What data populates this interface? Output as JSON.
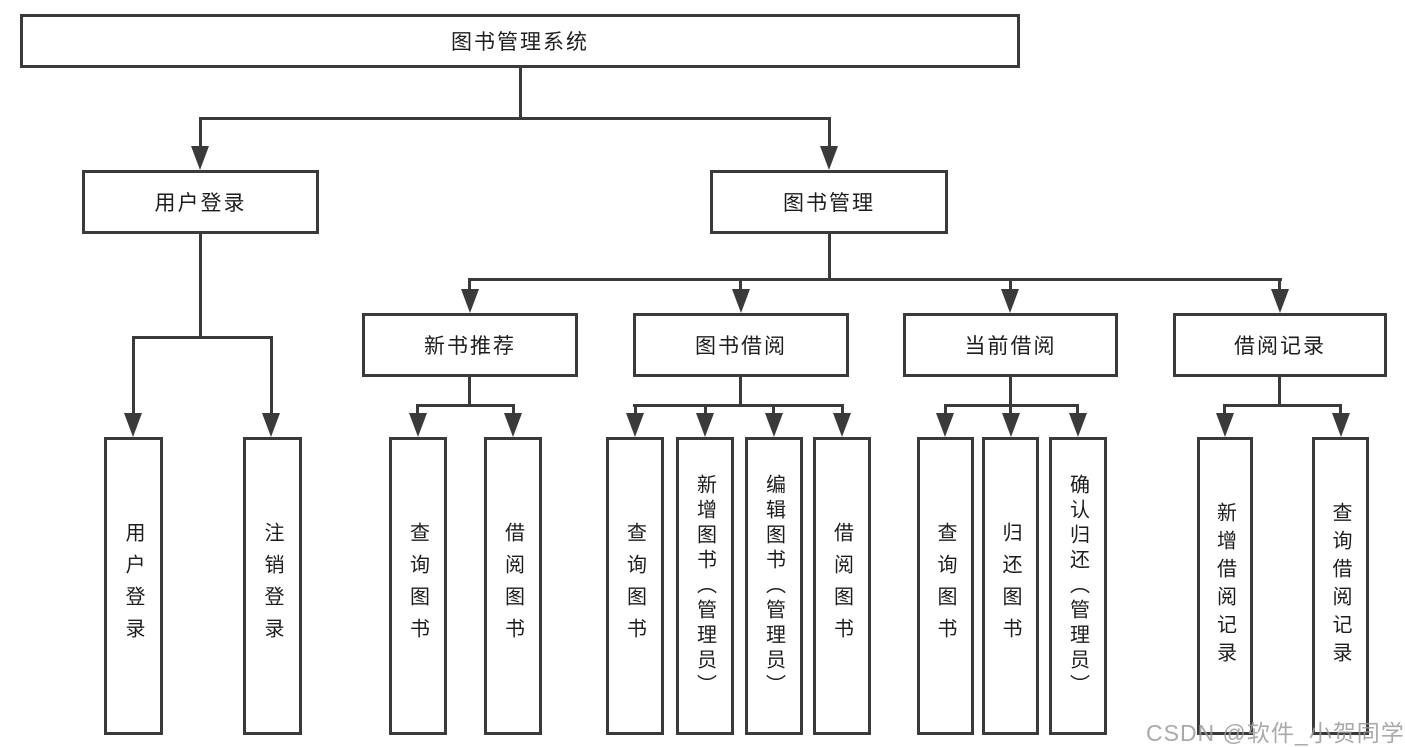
{
  "tree": {
    "root": {
      "label": "图书管理系统"
    },
    "branches": [
      {
        "label": "用户登录",
        "children": [
          {
            "label": "用户登录"
          },
          {
            "label": "注销登录"
          }
        ]
      },
      {
        "label": "图书管理",
        "groups": [
          {
            "label": "新书推荐",
            "children": [
              {
                "label": "查询图书"
              },
              {
                "label": "借阅图书"
              }
            ]
          },
          {
            "label": "图书借阅",
            "children": [
              {
                "label": "查询图书"
              },
              {
                "label": "新增图书（管理员）"
              },
              {
                "label": "编辑图书（管理员）"
              },
              {
                "label": "借阅图书"
              }
            ]
          },
          {
            "label": "当前借阅",
            "children": [
              {
                "label": "查询图书"
              },
              {
                "label": "归还图书"
              },
              {
                "label": "确认归还（管理员）"
              }
            ]
          },
          {
            "label": "借阅记录",
            "children": [
              {
                "label": "新增借阅记录"
              },
              {
                "label": "查询借阅记录"
              }
            ]
          }
        ]
      }
    ]
  },
  "watermark": {
    "label": "CSDN @软件_小贺同学"
  },
  "colors": {
    "line": "#3a3a3a",
    "text": "#1d1d1d",
    "watermark": "#9b9b9b",
    "canvas_bg": "#ffffff"
  }
}
